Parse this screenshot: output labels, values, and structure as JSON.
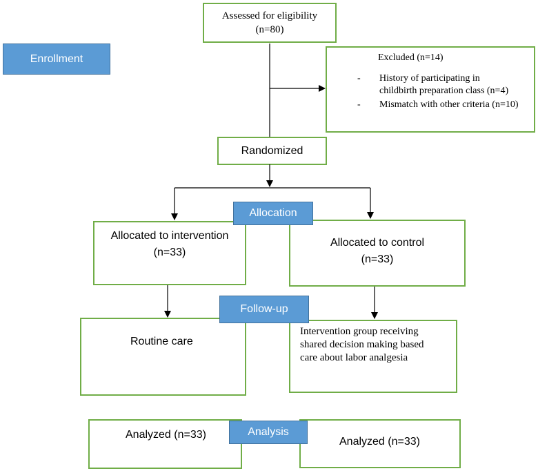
{
  "stages": {
    "enrollment": "Enrollment",
    "allocation": "Allocation",
    "follow_up": "Follow-up",
    "analysis": "Analysis"
  },
  "boxes": {
    "assessed": {
      "line1": "Assessed for eligibility",
      "line2": "(n=80)"
    },
    "excluded": {
      "title": "Excluded (n=14)",
      "items": [
        {
          "dash": "-",
          "line1": "History of participating in",
          "line2": "childbirth preparation class (n=4)"
        },
        {
          "dash": "-",
          "line1": "Mismatch with other criteria (n=10)"
        }
      ]
    },
    "randomized": "Randomized",
    "alloc_intervention": {
      "line1": "Allocated to intervention",
      "line2": "(n=33)"
    },
    "alloc_control": {
      "line1": "Allocated to control",
      "line2": "(n=33)"
    },
    "routine_care": "Routine care",
    "intervention_care": {
      "line1": "Intervention group receiving",
      "line2": "shared decision making based",
      "line3": "care about labor analgesia"
    },
    "analyzed_left": "Analyzed (n=33)",
    "analyzed_right": "Analyzed (n=33)"
  },
  "colors": {
    "box_border": "#70ad47",
    "stage_fill": "#5b9bd5",
    "stage_text": "#ffffff",
    "connector": "#000000"
  }
}
